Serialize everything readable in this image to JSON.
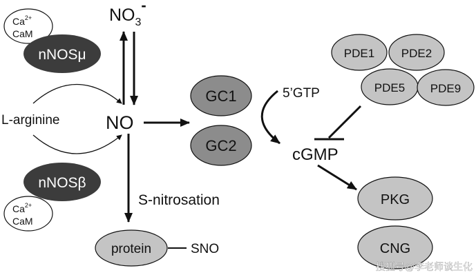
{
  "colors": {
    "dark_node": "#3c3c3c",
    "mid_node": "#8c8c8c",
    "light_node": "#c4c4c4",
    "line": "#111111",
    "watermark": "#ffffff"
  },
  "nodes": {
    "ca_cam_top_line1": "Ca",
    "ca_cam_top_sup": "2+",
    "ca_cam_top_line2": "CaM",
    "ca_cam_bottom_line1": "Ca",
    "ca_cam_bottom_sup": "2+",
    "ca_cam_bottom_line2": "CaM",
    "nnos_mu": "nNOSμ",
    "nnos_beta": "nNOSβ",
    "l_arginine": "L-arginine",
    "no": "NO",
    "no3_base": "NO",
    "no3_sub": "3",
    "no3_sup": "-",
    "gc1": "GC1",
    "gc2": "GC2",
    "gtp": "5’GTP",
    "cgmp": "cGMP",
    "pde1": "PDE1",
    "pde2": "PDE2",
    "pde5": "PDE5",
    "pde9": "PDE9",
    "pkg": "PKG",
    "cng": "CNG",
    "s_nitrosation": "S-nitrosation",
    "protein": "protein",
    "sno": "SNO"
  },
  "watermark": "搜狐号@李老师谈生化"
}
